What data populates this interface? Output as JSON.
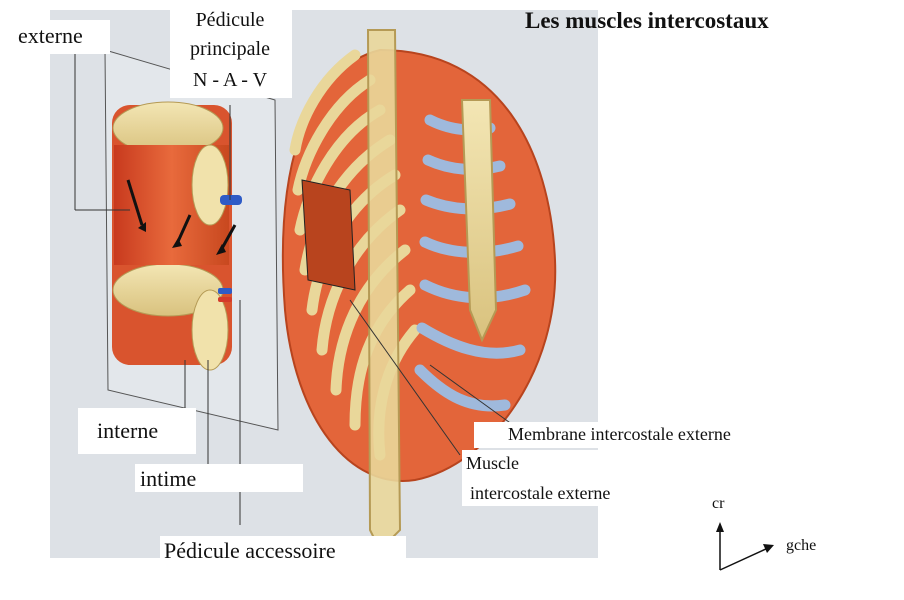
{
  "title": "Les muscles intercostaux",
  "labels": {
    "externe": "externe",
    "pedicule_principal_line1": "Pédicule",
    "pedicule_principal_line2": "principale",
    "pedicule_principal_line3": "N - A - V",
    "interne": "interne",
    "intime": "intime",
    "pedicule_accessoire": "Pédicule accessoire",
    "membrane": "Membrane intercostale externe",
    "muscle_line1": "Muscle",
    "muscle_line2": "intercostale externe"
  },
  "orientation": {
    "up": "cr",
    "right": "gche"
  },
  "colors": {
    "muscle": "#e0542e",
    "bone": "#e9d79a",
    "cartilage": "#9fb9dc",
    "vessel_blue": "#2e5bc6",
    "background_panel": "#dde1e6"
  }
}
